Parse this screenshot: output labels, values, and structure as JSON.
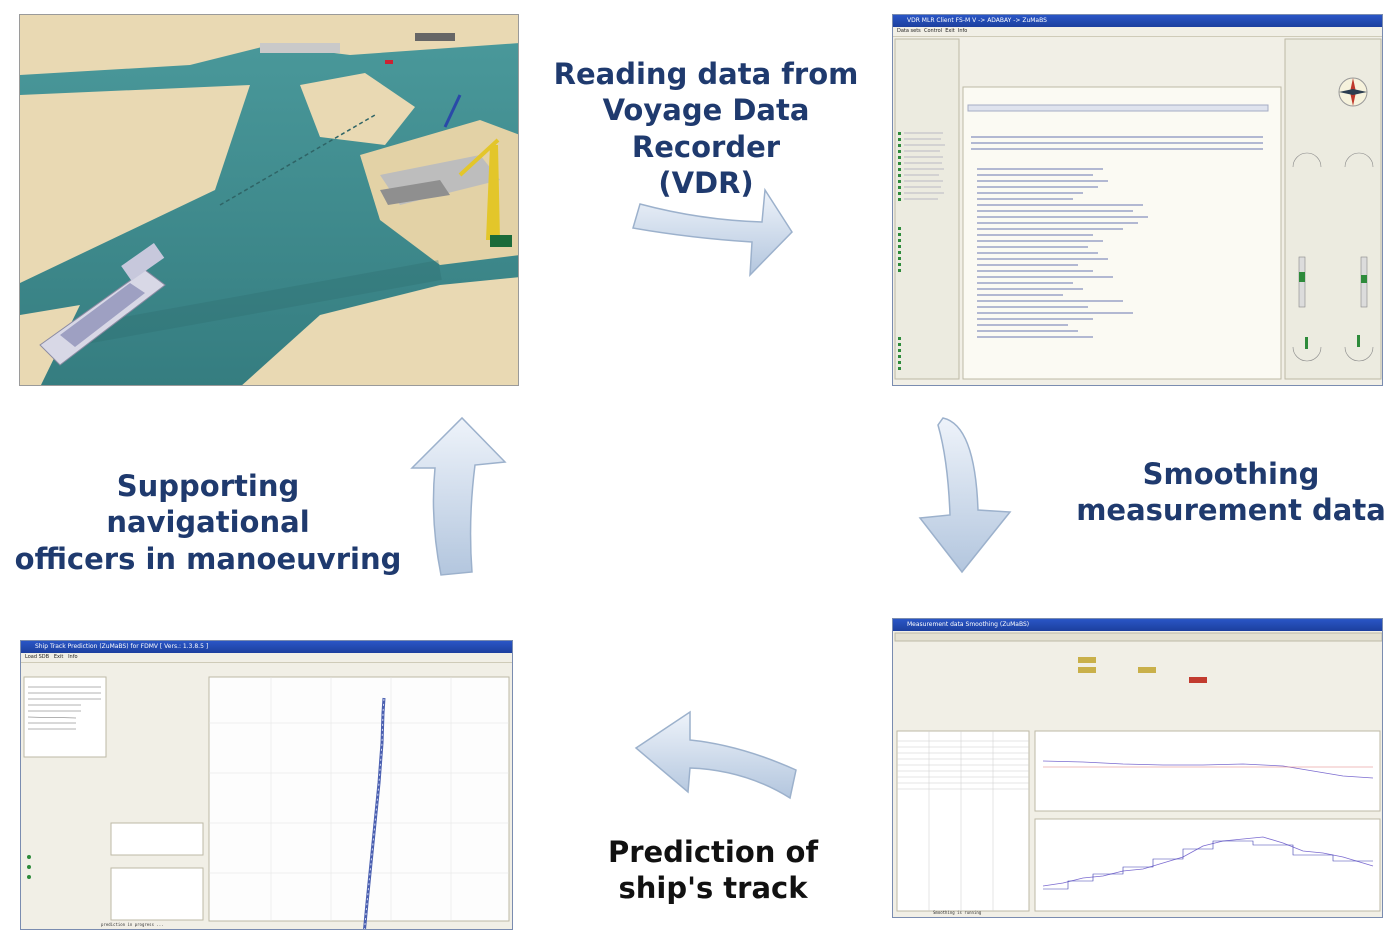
{
  "labels": {
    "vdr": [
      "Reading data from",
      "Voyage Data Recorder",
      "(VDR)"
    ],
    "smoothing": [
      "Smoothing",
      "measurement data"
    ],
    "prediction": [
      "Prediction of",
      "ship's track"
    ],
    "supporting": [
      "Supporting navigational",
      "officers in manoeuvring"
    ]
  },
  "colors": {
    "label_blue": "#1f3a6e",
    "label_black": "#111111",
    "arrow_fill_top": "#eef3fa",
    "arrow_fill_bottom": "#b3c6de",
    "arrow_stroke": "#9cb1cc",
    "water": "#3f8d8f",
    "land": "#e9d9b3"
  },
  "windows": {
    "vdr": {
      "title": "VDR MLR Client FS-M V -> ADABAY -> ZuMaBS",
      "menu": [
        "Data sets",
        "Control",
        "Exit",
        "Info"
      ]
    },
    "smoothing": {
      "title": "Measurement data Smoothing (ZuMaBS)",
      "status": "Smoothing is running"
    },
    "prediction": {
      "title": "Ship Track Prediction (ZuMaBS) for FDMV [ Vers.: 1.3.8.5 ]",
      "menu": [
        "Load SDB",
        "Exit",
        "Info"
      ],
      "status": "prediction in progress ..."
    }
  }
}
